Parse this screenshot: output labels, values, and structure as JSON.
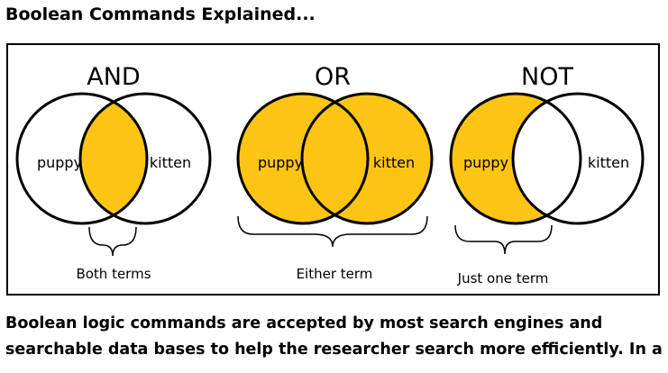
{
  "heading": "Boolean Commands Explained...",
  "colors": {
    "fill": "#FDC513",
    "stroke": "#000000",
    "background": "#FFFFFF"
  },
  "venns": [
    {
      "title": "AND",
      "left_label": "puppy",
      "right_label": "kitten",
      "caption": "Both terms"
    },
    {
      "title": "OR",
      "left_label": "puppy",
      "right_label": "kitten",
      "caption": "Either term"
    },
    {
      "title": "NOT",
      "left_label": "puppy",
      "right_label": "kitten",
      "caption": "Just one term"
    }
  ],
  "paragraph": {
    "line1": "Boolean logic commands are accepted by most search engines and",
    "line2": "searchable data bases to help the researcher search more efficiently.  In a"
  }
}
